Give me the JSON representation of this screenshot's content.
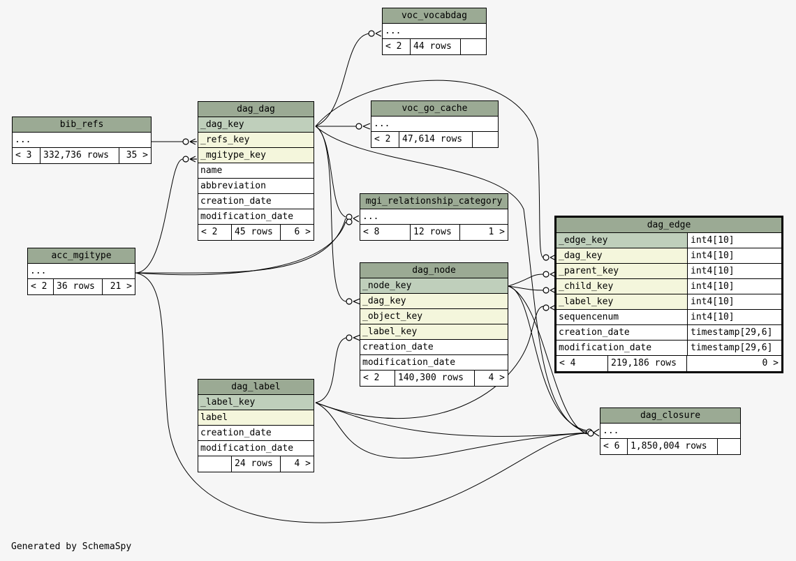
{
  "footer": "Generated by SchemaSpy",
  "tables": {
    "voc_vocabdag": {
      "title": "voc_vocabdag",
      "rows": [
        "..."
      ],
      "foot": [
        "< 2",
        "44 rows",
        ""
      ]
    },
    "voc_go_cache": {
      "title": "voc_go_cache",
      "rows": [
        "..."
      ],
      "foot": [
        "< 2",
        "47,614 rows",
        ""
      ]
    },
    "bib_refs": {
      "title": "bib_refs",
      "rows": [
        "..."
      ],
      "foot": [
        "< 3",
        "332,736 rows",
        "35 >"
      ]
    },
    "dag_dag": {
      "title": "dag_dag",
      "rows": [
        "_dag_key",
        "_refs_key",
        "_mgitype_key",
        "name",
        "abbreviation",
        "creation_date",
        "modification_date"
      ],
      "foot": [
        "< 2",
        "45 rows",
        "6 >"
      ]
    },
    "mgi_relationship_category": {
      "title": "mgi_relationship_category",
      "rows": [
        "..."
      ],
      "foot": [
        "< 8",
        "12 rows",
        "1 >"
      ]
    },
    "acc_mgitype": {
      "title": "acc_mgitype",
      "rows": [
        "..."
      ],
      "foot": [
        "< 2",
        "36 rows",
        "21 >"
      ]
    },
    "dag_node": {
      "title": "dag_node",
      "rows": [
        "_node_key",
        "_dag_key",
        "_object_key",
        "_label_key",
        "creation_date",
        "modification_date"
      ],
      "foot": [
        "< 2",
        "140,300 rows",
        "4 >"
      ]
    },
    "dag_label": {
      "title": "dag_label",
      "rows": [
        "_label_key",
        "label",
        "creation_date",
        "modification_date"
      ],
      "foot": [
        "",
        "24 rows",
        "4 >"
      ]
    },
    "dag_edge": {
      "title": "dag_edge",
      "rows": [
        {
          "name": "_edge_key",
          "type": "int4[10]"
        },
        {
          "name": "_dag_key",
          "type": "int4[10]"
        },
        {
          "name": "_parent_key",
          "type": "int4[10]"
        },
        {
          "name": "_child_key",
          "type": "int4[10]"
        },
        {
          "name": "_label_key",
          "type": "int4[10]"
        },
        {
          "name": "sequencenum",
          "type": "int4[10]"
        },
        {
          "name": "creation_date",
          "type": "timestamp[29,6]"
        },
        {
          "name": "modification_date",
          "type": "timestamp[29,6]"
        }
      ],
      "foot": [
        "< 4",
        "219,186 rows",
        "0 >"
      ]
    },
    "dag_closure": {
      "title": "dag_closure",
      "rows": [
        "..."
      ],
      "foot": [
        "< 6",
        "1,850,004 rows",
        ""
      ]
    }
  }
}
